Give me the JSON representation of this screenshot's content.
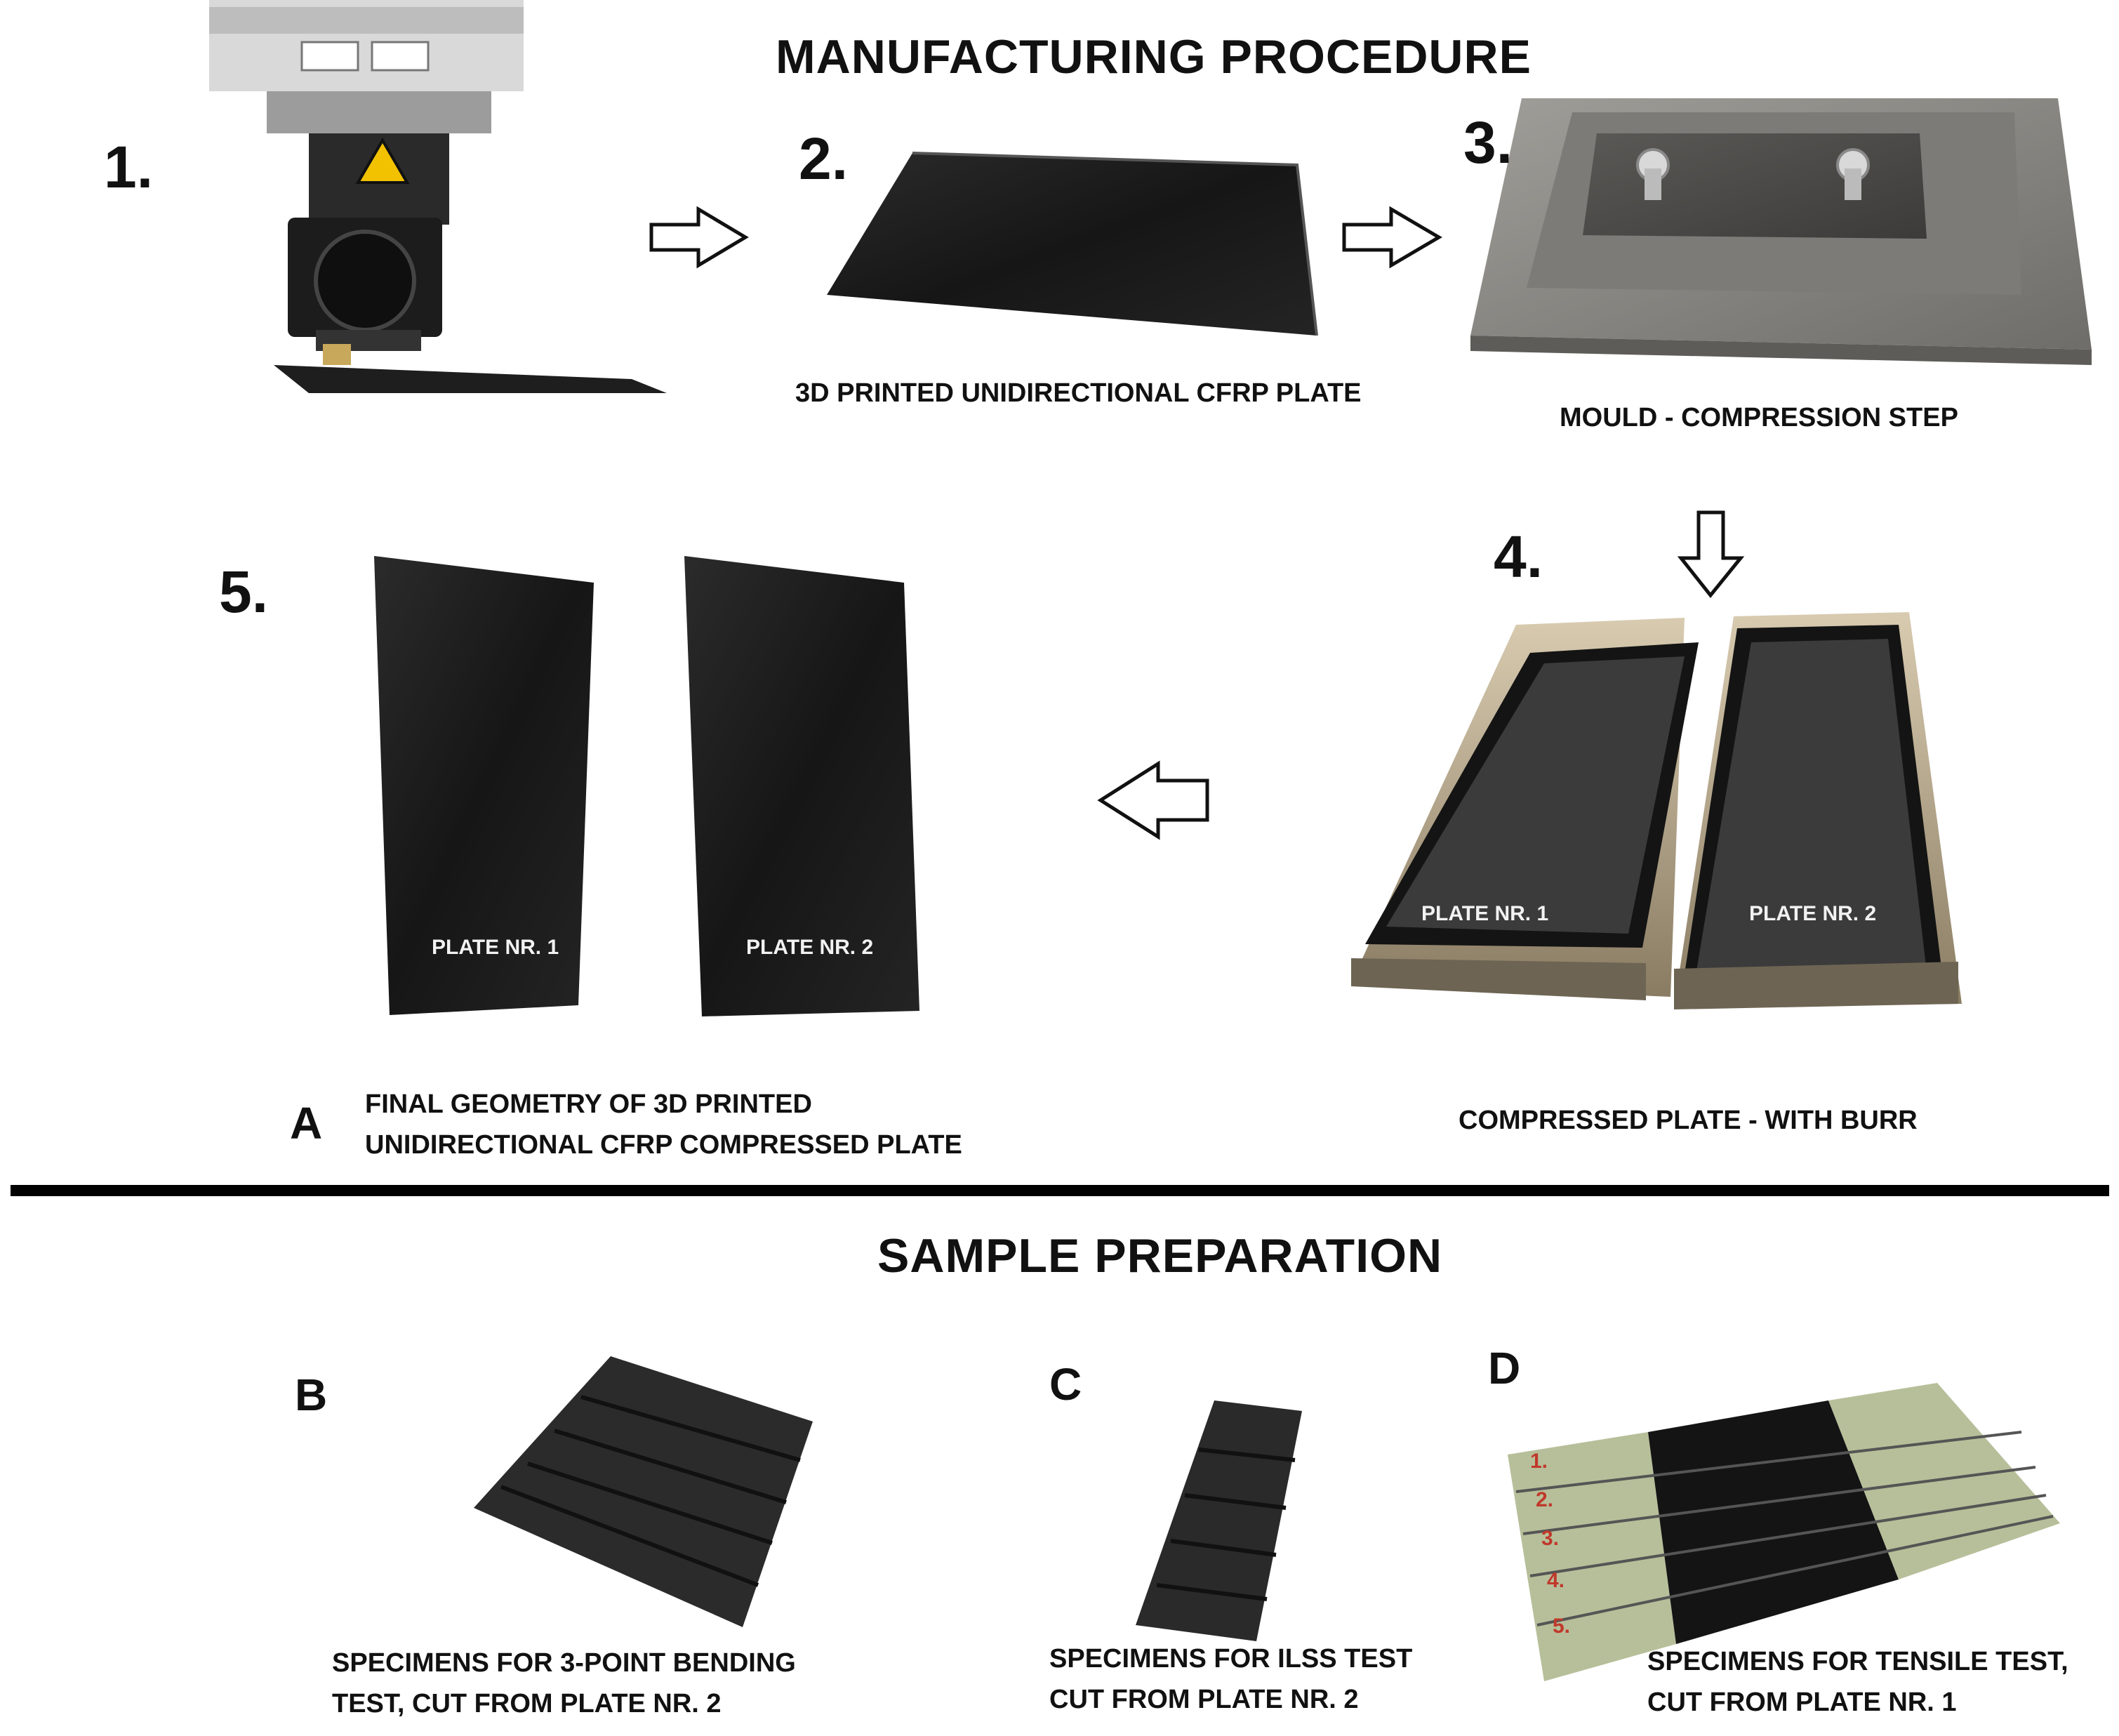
{
  "manufacturing": {
    "title": "MANUFACTURING PROCEDURE",
    "steps": {
      "s1": {
        "number": "1."
      },
      "s2": {
        "number": "2.",
        "caption": "3D PRINTED UNIDIRECTIONAL CFRP PLATE"
      },
      "s3": {
        "number": "3.",
        "caption": "MOULD - COMPRESSION STEP"
      },
      "s4": {
        "number": "4.",
        "caption": "COMPRESSED PLATE - WITH BURR",
        "plate_labels": [
          "PLATE NR. 1",
          "PLATE NR. 2"
        ]
      },
      "s5": {
        "number": "5.",
        "plate_labels": [
          "PLATE NR. 1",
          "PLATE NR. 2"
        ]
      }
    },
    "panel_a": {
      "letter": "A",
      "caption_lines": [
        "FINAL GEOMETRY OF 3D  PRINTED",
        "UNIDIRECTIONAL CFRP COMPRESSED PLATE"
      ]
    }
  },
  "sample_preparation": {
    "title": "SAMPLE PREPARATION",
    "b": {
      "letter": "B",
      "caption_lines": [
        "SPECIMENS FOR 3-POINT BENDING",
        "TEST, CUT FROM PLATE NR. 2"
      ]
    },
    "c": {
      "letter": "C",
      "caption_lines": [
        "SPECIMENS FOR ILSS TEST",
        "CUT FROM PLATE NR. 2"
      ]
    },
    "d": {
      "letter": "D",
      "caption_lines": [
        "SPECIMENS FOR TENSILE TEST,",
        "CUT FROM PLATE NR. 1"
      ],
      "specimen_marks": [
        "1.",
        "2.",
        "3.",
        "4.",
        "5."
      ]
    }
  },
  "colors": {
    "cfrp": "#1c1c1c",
    "cfrp_light": "#3a3a3a",
    "steel": "#8c8a86",
    "glass_tab": "#b7bf9a",
    "mark_red": "#c0392b",
    "arrow_stroke": "#111111"
  }
}
